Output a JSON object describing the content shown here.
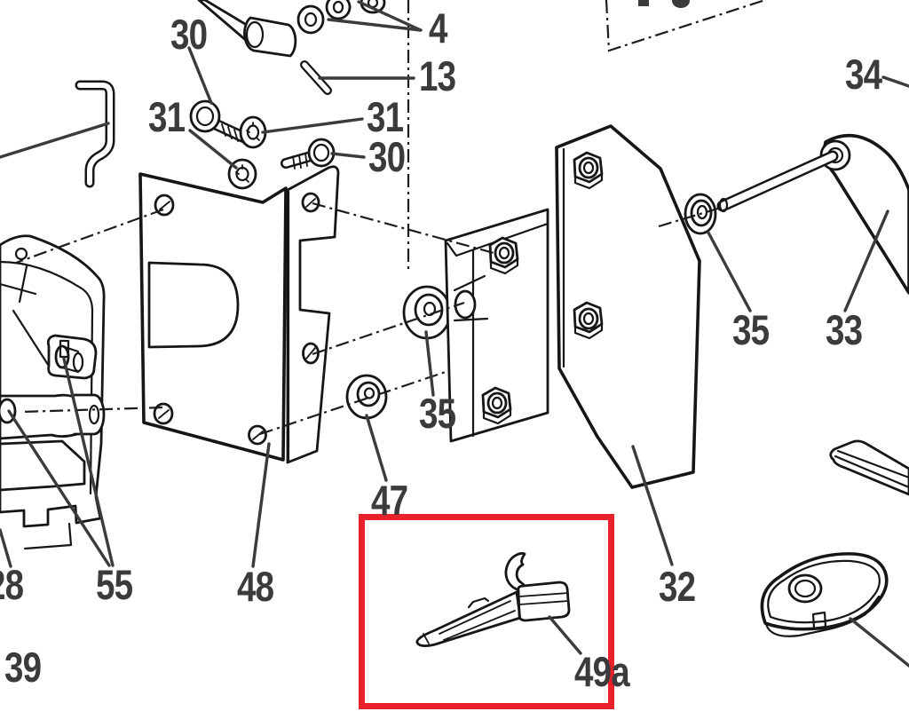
{
  "colors": {
    "background": "#ffffff",
    "line": "#161616",
    "label": "#3b3b3d",
    "highlight": "#e8212b"
  },
  "callouts": [
    {
      "id": "30-upper",
      "text": "30"
    },
    {
      "id": "31-left",
      "text": "31"
    },
    {
      "id": "31-right",
      "text": "31"
    },
    {
      "id": "30-right",
      "text": "30"
    },
    {
      "id": "13",
      "text": "13"
    },
    {
      "id": "4",
      "text": "4"
    },
    {
      "id": "34",
      "text": "34"
    },
    {
      "id": "35-center",
      "text": "35"
    },
    {
      "id": "47",
      "text": "47"
    },
    {
      "id": "48",
      "text": "48"
    },
    {
      "id": "55",
      "text": "55"
    },
    {
      "id": "28",
      "text": "28"
    },
    {
      "id": "39",
      "text": "39"
    },
    {
      "id": "35-right",
      "text": "35"
    },
    {
      "id": "33",
      "text": "33"
    },
    {
      "id": "32",
      "text": "32"
    },
    {
      "id": "49a",
      "text": "49a"
    }
  ],
  "highlight_box": {
    "highlighted_part": "49a"
  }
}
